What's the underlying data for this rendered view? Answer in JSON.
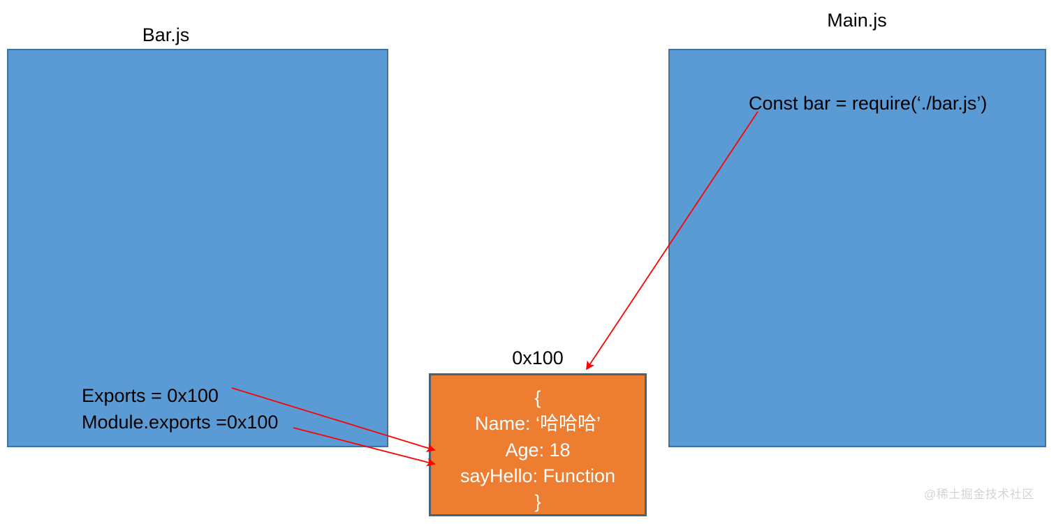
{
  "diagram": {
    "title_left": "Bar.js",
    "title_right": "Main.js",
    "memory_label": "0x100",
    "left_module": {
      "label": "Bar.js",
      "statements": [
        "Exports = 0x100",
        "Module.exports =0x100"
      ]
    },
    "right_module": {
      "label": "Main.js",
      "statements": [
        "Const bar = require(‘./bar.js’)"
      ]
    },
    "memory_object": {
      "address": "0x100",
      "lines": [
        "{",
        "Name: ‘哈哈哈’",
        "Age: 18",
        "sayHello: Function",
        "}"
      ]
    },
    "arrows": [
      {
        "name": "exports-to-object",
        "from": "Exports = 0x100",
        "to": "0x100 object"
      },
      {
        "name": "module-exports-to-object",
        "from": "Module.exports =0x100",
        "to": "0x100 object"
      },
      {
        "name": "require-to-object",
        "from": "Const bar = require(‘./bar.js’)",
        "to": "0x100 object"
      }
    ],
    "colors": {
      "module_fill": "#5b9bd5",
      "module_border": "#41719c",
      "object_fill": "#ed7d31",
      "object_border": "#4a6272",
      "arrow": "#ff0000",
      "text_dark": "#000000",
      "text_light": "#ffffff"
    }
  },
  "watermark": {
    "text": "@稀土掘金技术社区"
  }
}
